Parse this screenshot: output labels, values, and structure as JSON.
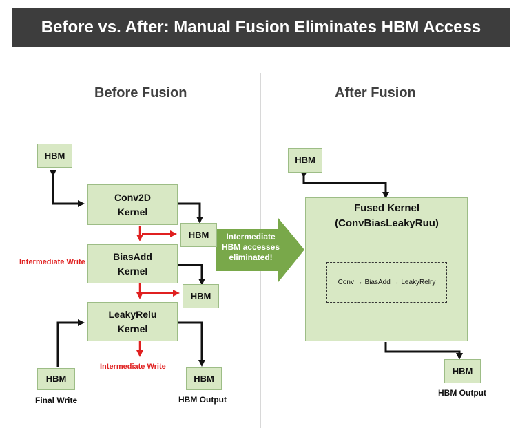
{
  "title": "Before vs. After: Manual Fusion Eliminates HBM Access",
  "before": {
    "heading": "Before Fusion",
    "hbm_top": "HBM",
    "conv_kernel": "Conv2D\nKernel",
    "bias_kernel": "BiasAdd\nKernel",
    "leaky_kernel": "LeakyRelu\nKernel",
    "hbm_mid1": "HBM",
    "hbm_mid2": "HBM",
    "hbm_final": "HBM",
    "hbm_output": "HBM",
    "intermediate_write_left": "Intermediate Write",
    "intermediate_write_bottom": "Intermediate Write",
    "final_write": "Final Write",
    "hbm_output_label": "HBM Output"
  },
  "callout": "Intermediate\nHBM accesses\neliminated!",
  "after": {
    "heading": "After Fusion",
    "hbm_top": "HBM",
    "fused_kernel": "Fused Kernel\n(ConvBiasLeakyRuu)",
    "pipeline": "Conv → BiasAdd → LeakyRelry",
    "hbm_output": "HBM",
    "hbm_output_label": "HBM Output"
  },
  "colors": {
    "banner": "#3d3d3d",
    "box_fill": "#d8e8c4",
    "box_border": "#9dbd86",
    "red_arrow": "#e02020",
    "callout": "#79a84a"
  }
}
